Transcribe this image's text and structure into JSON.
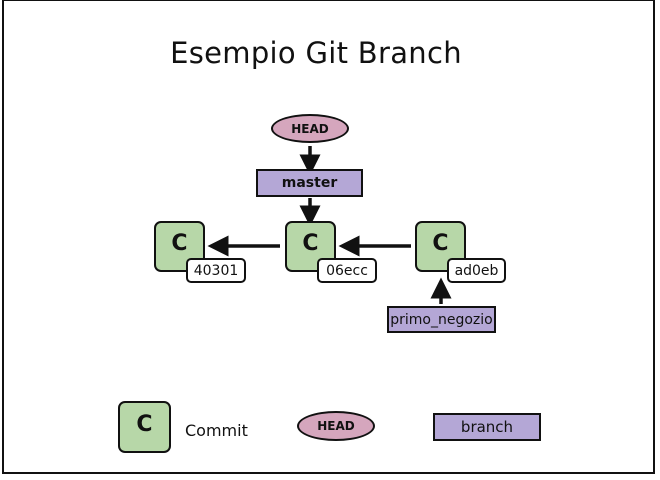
{
  "title": "Esempio Git Branch",
  "commits": [
    {
      "glyph": "C",
      "hash": "40301"
    },
    {
      "glyph": "C",
      "hash": "06ecc"
    },
    {
      "glyph": "C",
      "hash": "ad0eb"
    }
  ],
  "pointers": {
    "head": "HEAD",
    "master": "master",
    "feature": "primo_negozio"
  },
  "legend": {
    "commit_glyph": "C",
    "commit_label": "Commit",
    "head_label": "HEAD",
    "branch_label": "branch"
  },
  "colors": {
    "commit": "#b7d7a8",
    "head": "#d5a6bd",
    "branch": "#b4a7d6"
  }
}
